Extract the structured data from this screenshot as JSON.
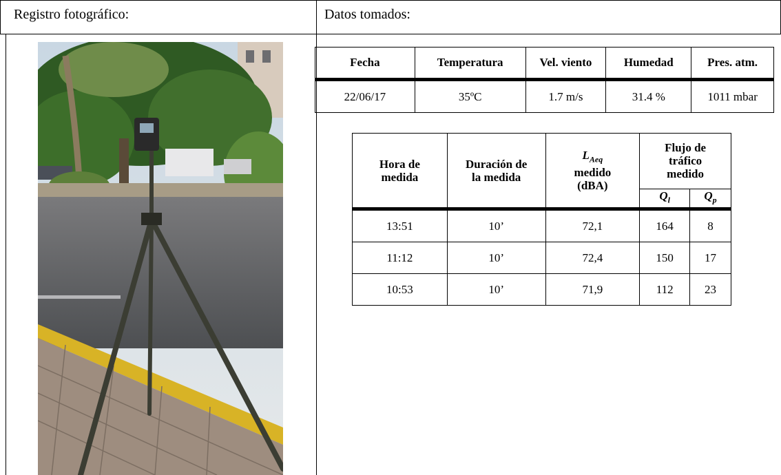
{
  "left_header": "Registro fotográfico:",
  "right_header": "Datos tomados:",
  "conditions": {
    "headers": [
      "Fecha",
      "Temperatura",
      "Vel. viento",
      "Humedad",
      "Pres. atm."
    ],
    "row": [
      "22/06/17",
      "35ºC",
      "1.7 m/s",
      "31.4 %",
      "1011 mbar"
    ]
  },
  "measurements": {
    "h_hora": "Hora de medida",
    "h_duracion": "Duración de la medida",
    "h_laeq_symbol": "L",
    "h_laeq_sub": "Aeq",
    "h_laeq_rest": "medido (dBA)",
    "h_flujo": "Flujo de tráfico medido",
    "h_ql_symbol": "Q",
    "h_ql_sub": "l",
    "h_qp_symbol": "Q",
    "h_qp_sub": "p",
    "rows": [
      {
        "hora": "13:51",
        "duracion": "10’",
        "laeq": "72,1",
        "ql": "164",
        "qp": "8"
      },
      {
        "hora": "11:12",
        "duracion": "10’",
        "laeq": "72,4",
        "ql": "150",
        "qp": "17"
      },
      {
        "hora": "10:53",
        "duracion": "10’",
        "laeq": "71,9",
        "ql": "112",
        "qp": "23"
      }
    ]
  }
}
